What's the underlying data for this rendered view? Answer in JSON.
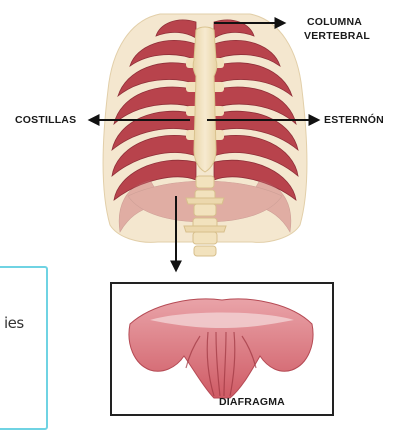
{
  "labels": {
    "columna_line1": "COLUMNA",
    "columna_line2": "VERTEBRAL",
    "costillas": "COSTILLAS",
    "esternon": "ESTERNÓN",
    "diafragma": "DIAFRAGMA"
  },
  "side_text": "ies",
  "colors": {
    "rib": "#b8434c",
    "rib_dark": "#8f2f38",
    "bone": "#f2e2bd",
    "bone_shade": "#e3cc98",
    "side_box_border": "#6fd3e3",
    "frame": "#222222"
  }
}
